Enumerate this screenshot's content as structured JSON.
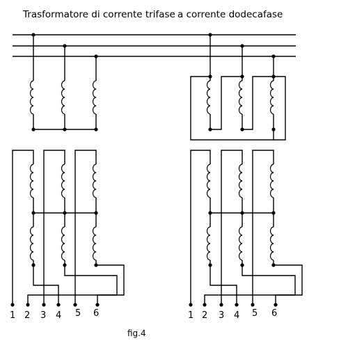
{
  "title_left": "Trasformatore di corrente trifase",
  "title_right": "a corrente  dodecafase",
  "caption": "fig.4",
  "terminals_left": [
    "1",
    "2",
    "3",
    "4",
    "5",
    "6"
  ],
  "terminals_right": [
    "1",
    "2",
    "3",
    "4",
    "5",
    "6"
  ]
}
